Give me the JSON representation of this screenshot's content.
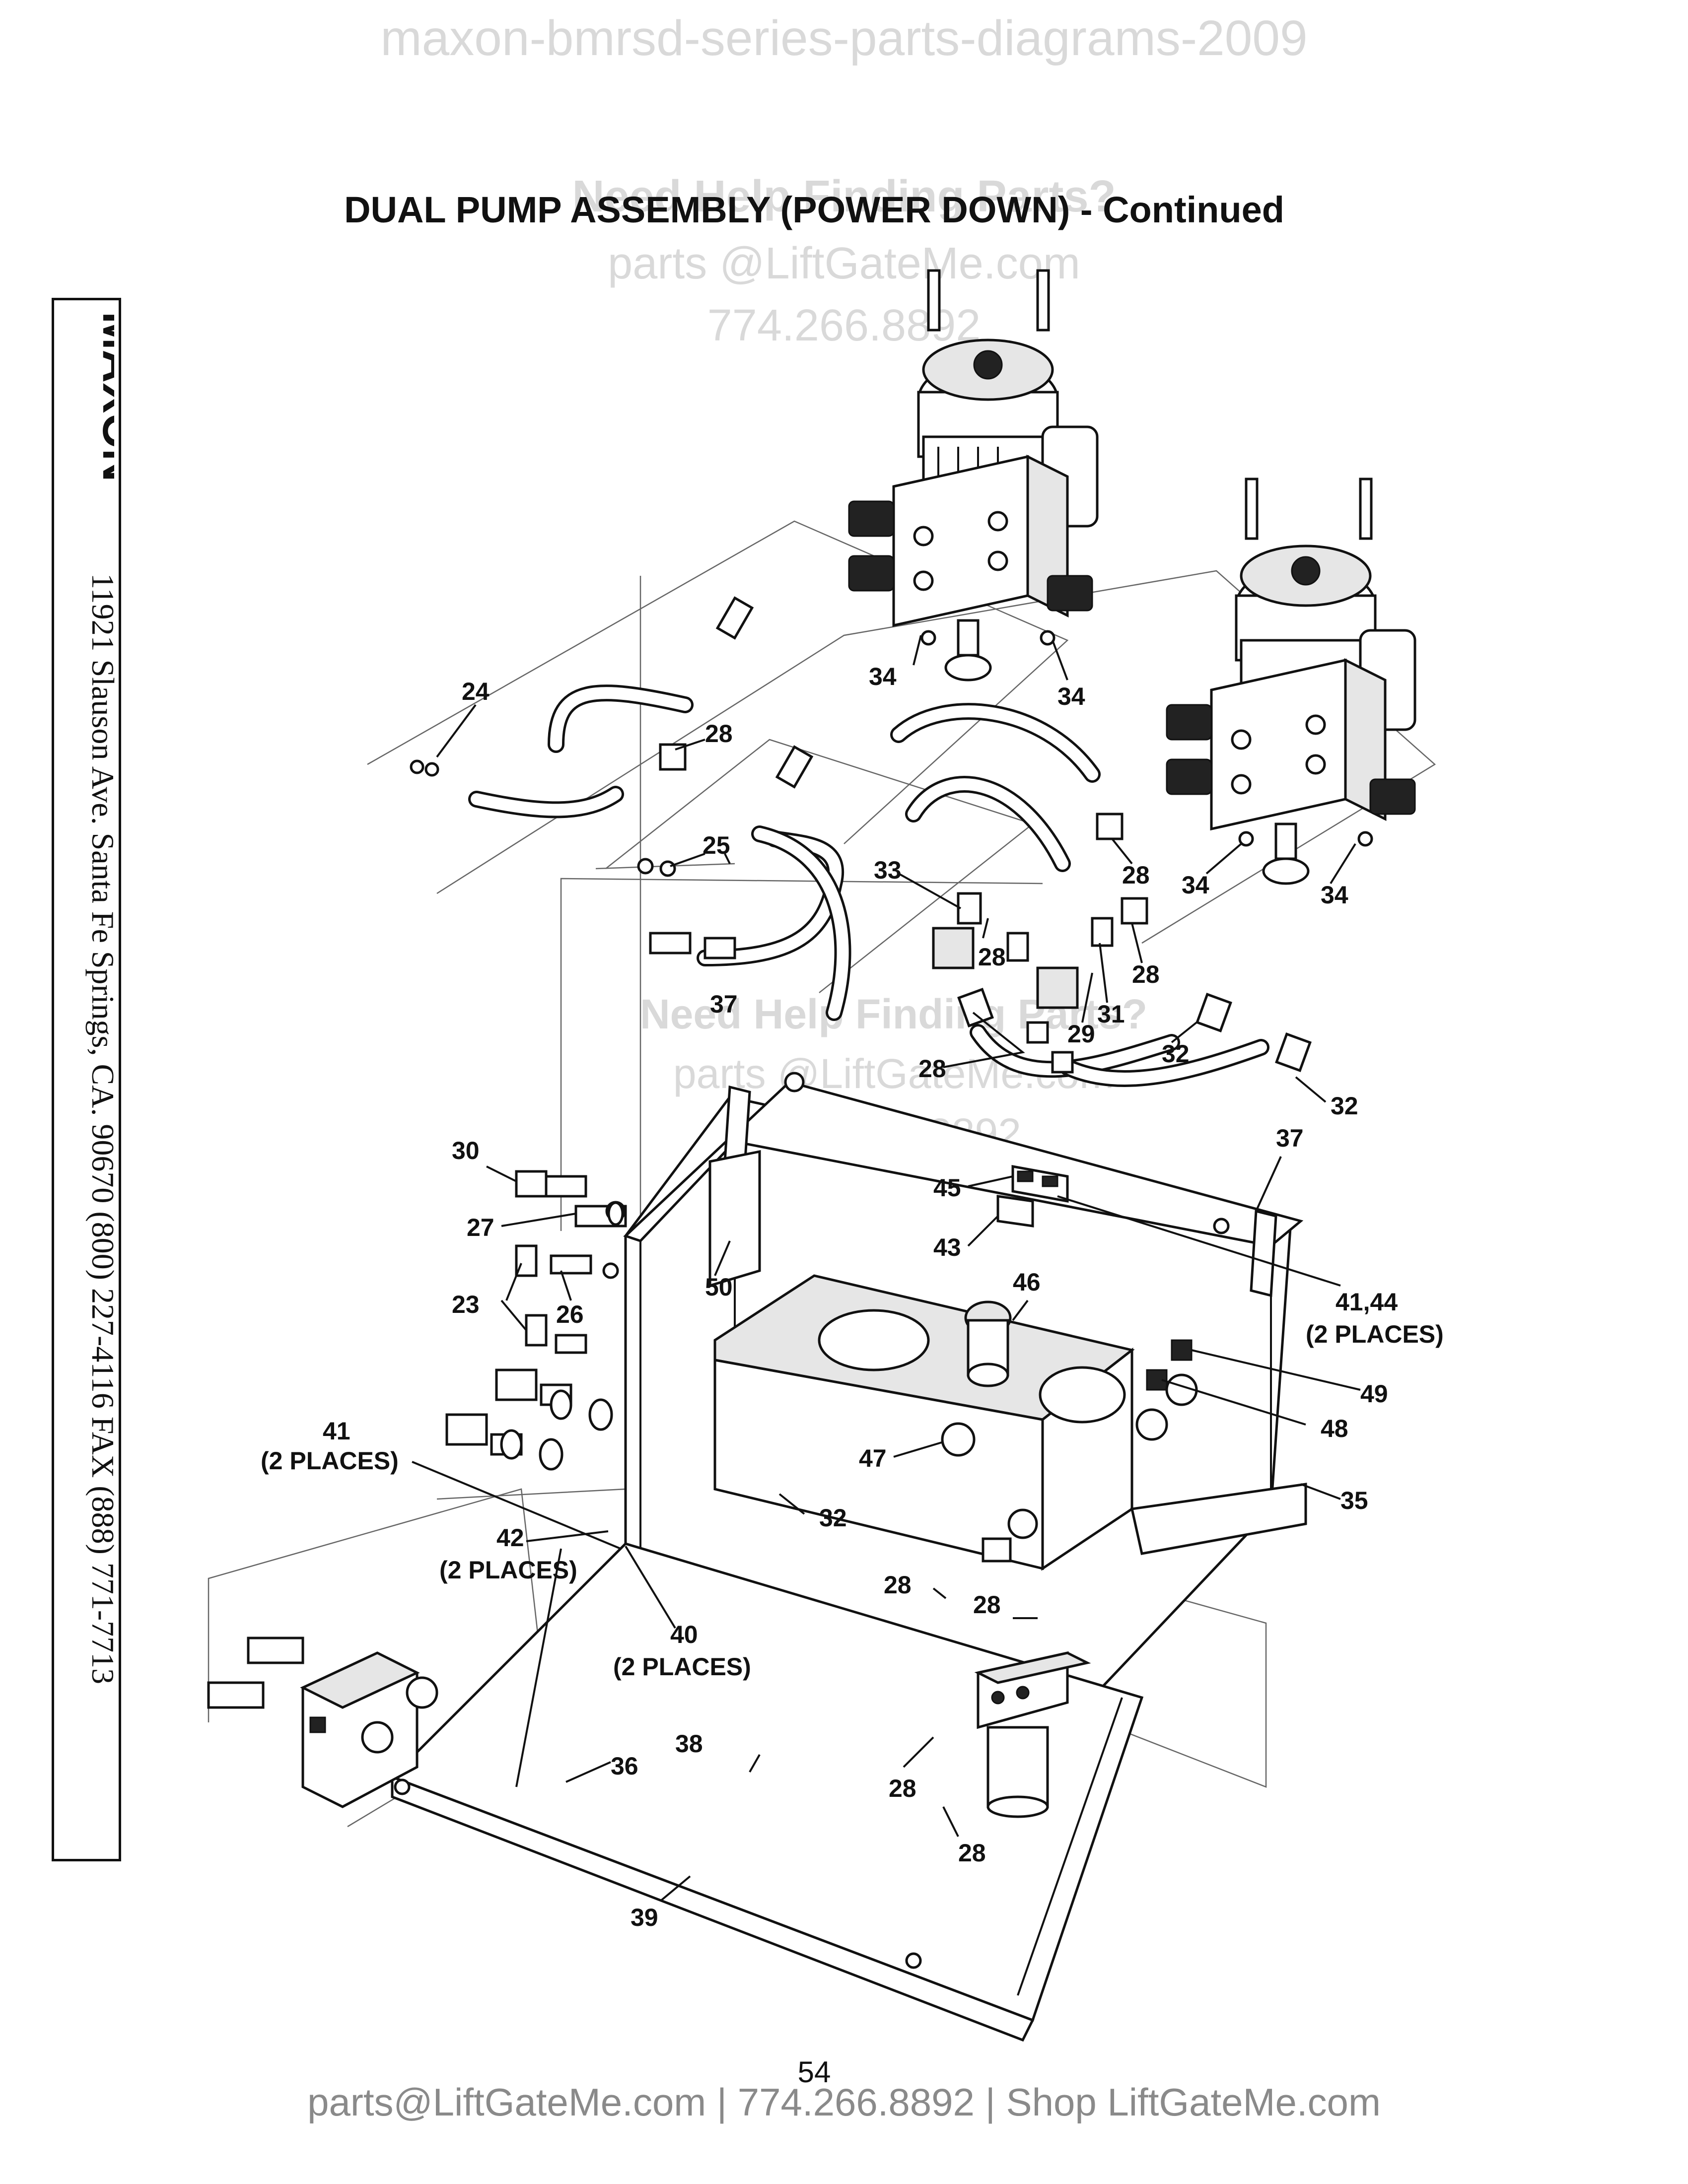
{
  "watermarks": {
    "top": "maxon-bmrsd-series-parts-diagrams-2009",
    "mid_1": "Need Help Finding Parts?",
    "mid_2": "parts @LiftGateMe.com",
    "mid_3": "774.266.8892",
    "lower_1": "Need Help Finding Parts?",
    "lower_2": "parts @LiftGateMe.com",
    "lower_3": "774.266.8892"
  },
  "title": "DUAL PUMP ASSEMBLY (POWER DOWN) - Continued",
  "sidebar": {
    "logo": "MAXON",
    "address": "11921 Slauson Ave.  Santa Fe Springs, CA.  90670  (800) 227-4116  FAX (888) 771-7713"
  },
  "page_number": "54",
  "footer": "parts@LiftGateMe.com | 774.266.8892 | Shop LiftGateMe.com",
  "callouts": [
    {
      "id": "c24",
      "text": "24"
    },
    {
      "id": "c28a",
      "text": "28"
    },
    {
      "id": "c34a",
      "text": "34"
    },
    {
      "id": "c34b",
      "text": "34"
    },
    {
      "id": "c25",
      "text": "25"
    },
    {
      "id": "c33",
      "text": "33"
    },
    {
      "id": "c28b",
      "text": "28"
    },
    {
      "id": "c34c",
      "text": "34"
    },
    {
      "id": "c34d",
      "text": "34"
    },
    {
      "id": "c28c",
      "text": "28"
    },
    {
      "id": "c28d",
      "text": "28"
    },
    {
      "id": "c31",
      "text": "31"
    },
    {
      "id": "c29",
      "text": "29"
    },
    {
      "id": "c37a",
      "text": "37"
    },
    {
      "id": "c28e",
      "text": "28"
    },
    {
      "id": "c32a",
      "text": "32"
    },
    {
      "id": "c32b",
      "text": "32"
    },
    {
      "id": "c37b",
      "text": "37"
    },
    {
      "id": "c30",
      "text": "30"
    },
    {
      "id": "c45",
      "text": "45"
    },
    {
      "id": "c27",
      "text": "27"
    },
    {
      "id": "c43",
      "text": "43"
    },
    {
      "id": "c50",
      "text": "50"
    },
    {
      "id": "c41_44",
      "text": "41,44"
    },
    {
      "id": "c41_44p",
      "text": "(2 PLACES)"
    },
    {
      "id": "c23",
      "text": "23"
    },
    {
      "id": "c26",
      "text": "26"
    },
    {
      "id": "c46",
      "text": "46"
    },
    {
      "id": "c49",
      "text": "49"
    },
    {
      "id": "c48",
      "text": "48"
    },
    {
      "id": "c41",
      "text": "41"
    },
    {
      "id": "c41p",
      "text": "(2 PLACES)"
    },
    {
      "id": "c47",
      "text": "47"
    },
    {
      "id": "c35",
      "text": "35"
    },
    {
      "id": "c32c",
      "text": "32"
    },
    {
      "id": "c42",
      "text": "42"
    },
    {
      "id": "c42p",
      "text": "(2 PLACES)"
    },
    {
      "id": "c28f",
      "text": "28"
    },
    {
      "id": "c28g",
      "text": "28"
    },
    {
      "id": "c40",
      "text": "40"
    },
    {
      "id": "c40p",
      "text": "(2 PLACES)"
    },
    {
      "id": "c38",
      "text": "38"
    },
    {
      "id": "c36",
      "text": "36"
    },
    {
      "id": "c28h",
      "text": "28"
    },
    {
      "id": "c28i",
      "text": "28"
    },
    {
      "id": "c39",
      "text": "39"
    }
  ]
}
